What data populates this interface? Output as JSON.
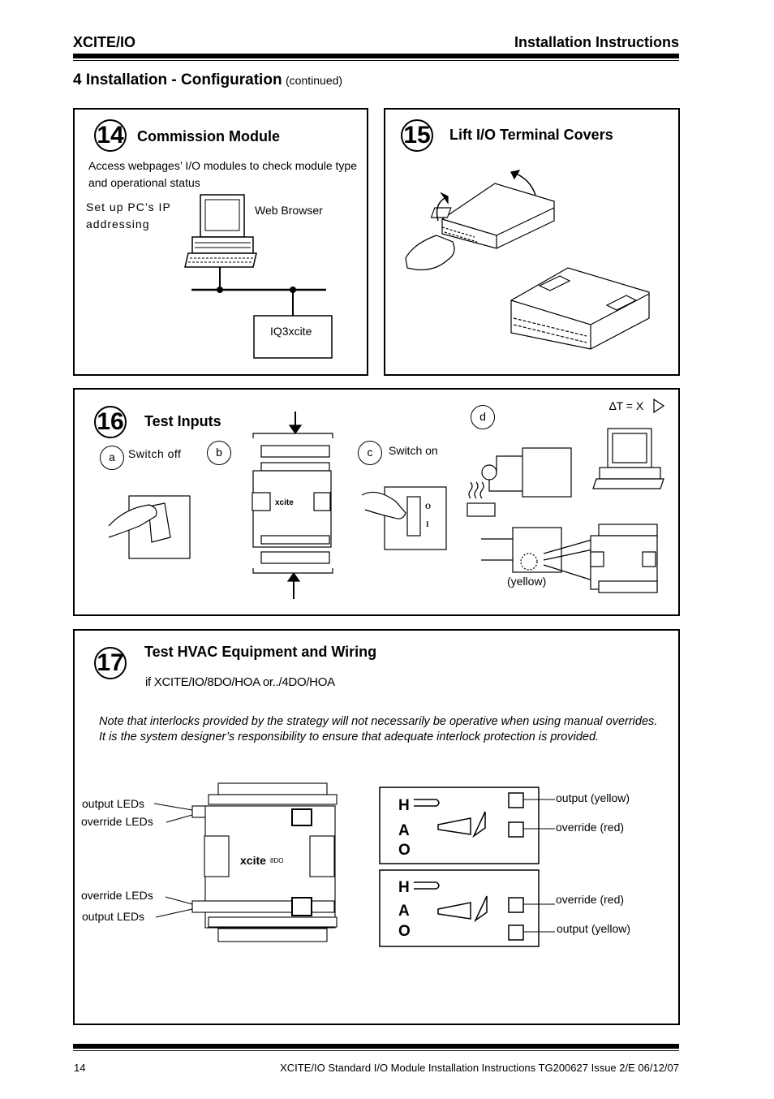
{
  "header": {
    "product": "XCITE/IO",
    "doc_type": "Installation Instructions"
  },
  "section": {
    "title": "4 Installation - Configuration",
    "continued": "(continued)"
  },
  "step14": {
    "number": "14",
    "title": "Commission Module",
    "description": "Access webpages’ I/O modules to check module type and operational status",
    "pc_label": "Set up PC’s IP addressing",
    "browser_label": "Web Browser",
    "controller_label": "IQ3xcite"
  },
  "step15": {
    "number": "15",
    "title": "Lift I/O Terminal Covers"
  },
  "step16": {
    "number": "16",
    "title": "Test Inputs",
    "a_letter": "a",
    "a_label": "Switch  off",
    "b_letter": "b",
    "c_letter": "c",
    "c_label": "Switch on",
    "d_letter": "d",
    "delta_label": "∆T = X",
    "yellow_label": "(yellow)",
    "switch_on_mark": "I",
    "switch_off_mark": "O",
    "module_brand": "xcite"
  },
  "step17": {
    "number": "17",
    "title": "Test HVAC Equipment and Wiring",
    "condition": "if XCITE/IO/8DO/HOA or../4DO/HOA",
    "note": "Note that interlocks provided by the strategy will not necessarily be operative when using manual overrides. It is the system designer’s responsibility to ensure that adequate interlock protection is provided.",
    "left_labels": {
      "top_output": "output LEDs",
      "top_override": "override LEDs",
      "bottom_override": "override LEDs",
      "bottom_output": "output LEDs"
    },
    "module_brand": "xcite",
    "module_model": "8DO",
    "hao_top": {
      "h": "H",
      "a": "A",
      "o": "O",
      "upper_label": "output  (yellow)",
      "lower_label": "override (red)"
    },
    "hao_bottom": {
      "h": "H",
      "a": "A",
      "o": "O",
      "upper_label": "override (red)",
      "lower_label": "output  (yellow)"
    }
  },
  "footer": {
    "page_number": "14",
    "document": "XCITE/IO Standard I/O Module  Installation Instructions TG200627 Issue 2/E 06/12/07"
  }
}
